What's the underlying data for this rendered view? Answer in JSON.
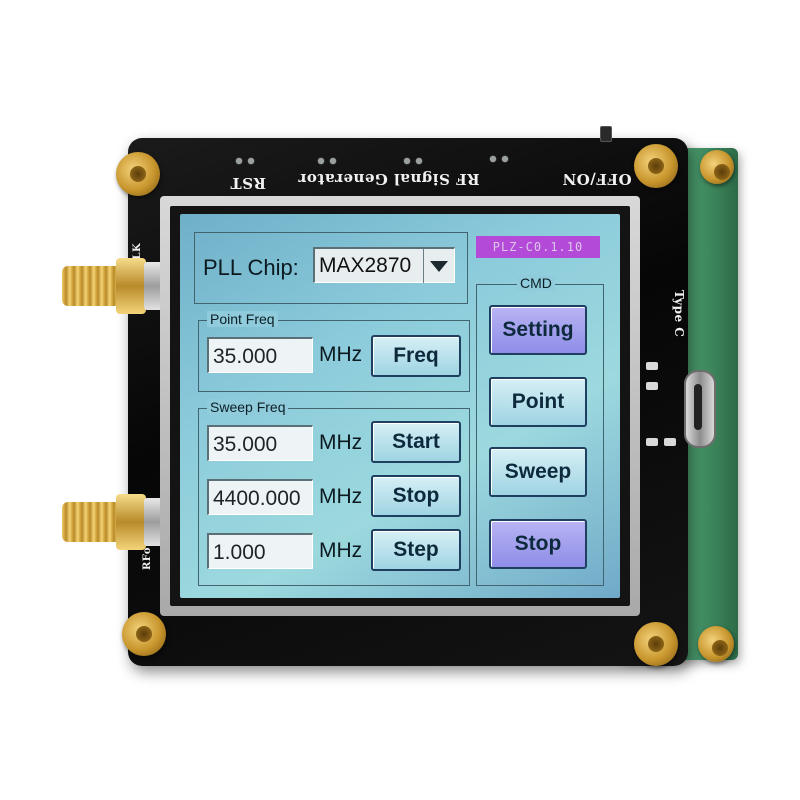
{
  "board": {
    "rst": "RST",
    "title": "RF Signal Generator",
    "switch": "OFF/ON",
    "usb": "Type C",
    "port_top": "CLK",
    "port_bottom": "RFout"
  },
  "screen": {
    "version": "PLZ-C0.1.10",
    "pll_label": "PLL Chip:",
    "pll_value": "MAX2870",
    "point_group": {
      "label": "Point Freq",
      "value": "35.000",
      "unit": "MHz",
      "button": "Freq"
    },
    "sweep_group": {
      "label": "Sweep Freq",
      "rows": [
        {
          "value": "35.000",
          "unit": "MHz",
          "button": "Start"
        },
        {
          "value": "4400.000",
          "unit": "MHz",
          "button": "Stop"
        },
        {
          "value": "1.000",
          "unit": "MHz",
          "button": "Step"
        }
      ]
    },
    "cmd_group": {
      "label": "CMD",
      "buttons": [
        "Setting",
        "Point",
        "Sweep",
        "Stop"
      ]
    }
  },
  "colors": {
    "screen_bg": "#8ccbdb",
    "button_bg": "#9fd4e3",
    "button_active": "#8f8de8",
    "version_bar": "#b44bd8"
  }
}
